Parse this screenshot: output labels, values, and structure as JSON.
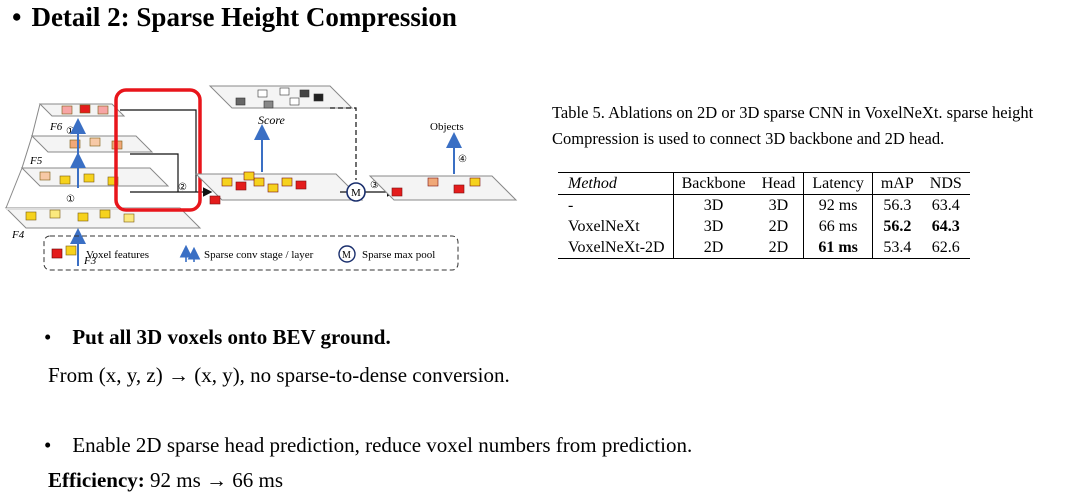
{
  "heading": {
    "bullet": "•",
    "title": "Detail 2: Sparse Height Compression"
  },
  "diagram": {
    "labels": {
      "f6": "F6",
      "f5": "F5",
      "f4": "F4",
      "f3": "F3",
      "score": "Score",
      "objects": "Objects",
      "m": "M",
      "step1a": "①",
      "step1b": "①",
      "step2a": "②",
      "step3": "③",
      "step4": "④"
    },
    "legend": {
      "voxel": "Voxel features",
      "conv": "Sparse conv stage / layer",
      "m": "M",
      "pool": "Sparse max pool"
    },
    "colors": {
      "red": "#e41c1c",
      "yellow": "#f6d21d",
      "peach": "#f0a878",
      "highlight": "#e8151b",
      "arrow": "#3a6fc4"
    }
  },
  "caption": "Table 5. Ablations on 2D or 3D sparse CNN in VoxelNeXt. sparse height Compression is used to connect 3D backbone and 2D head.",
  "table": {
    "headers": [
      "Method",
      "Backbone",
      "Head",
      "Latency",
      "mAP",
      "NDS"
    ],
    "rows": [
      [
        "-",
        "3D",
        "3D",
        "92 ms",
        "56.3",
        "63.4"
      ],
      [
        "VoxelNeXt",
        "3D",
        "2D",
        "66 ms",
        "56.2",
        "64.3"
      ],
      [
        "VoxelNeXt-2D",
        "2D",
        "2D",
        "61 ms",
        "53.4",
        "62.6"
      ]
    ]
  },
  "bullets": {
    "b1_bullet": "•",
    "b1_text": "Put all 3D voxels onto BEV ground.",
    "b1_sub": "From (x, y, z) → (x, y), no sparse-to-dense conversion.",
    "b2_bullet": "•",
    "b2_text": "Enable 2D sparse head prediction, reduce voxel numbers from prediction.",
    "eff_label": "Efficiency:",
    "eff_text": " 92 ms → 66 ms"
  }
}
